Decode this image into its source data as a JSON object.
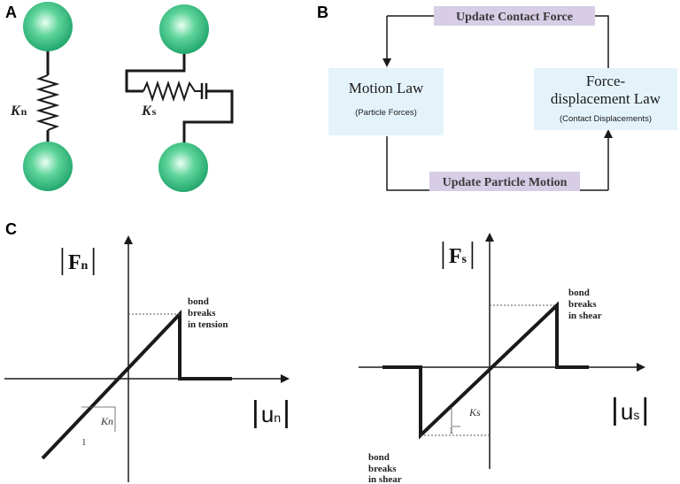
{
  "panels": {
    "a": "A",
    "b": "B",
    "c": "C"
  },
  "springs": {
    "kn_main": "K",
    "kn_sub": "n",
    "ks_main": "K",
    "ks_sub": "s"
  },
  "cycle": {
    "top_label": "Update Contact Force",
    "bottom_label": "Update Particle Motion",
    "left_box": {
      "title": "Motion Law",
      "subtitle": "(Particle Forces)"
    },
    "right_box": {
      "title_line1": "Force-",
      "title_line2": "displacement Law",
      "subtitle": "(Contact Displacements)"
    }
  },
  "normal_graph": {
    "y_label_main": "F",
    "y_label_sub": "n",
    "x_label_main": "u",
    "x_label_sub": "n",
    "annotation": [
      "bond",
      "breaks",
      "in tension"
    ],
    "slope_label": "Kn",
    "run_label": "1"
  },
  "shear_graph": {
    "y_label_main": "F",
    "y_label_sub": "s",
    "x_label_main": "u",
    "x_label_sub": "s",
    "annotation_top": [
      "bond",
      "breaks",
      "in shear"
    ],
    "annotation_bottom": [
      "bond",
      "breaks",
      "in shear"
    ],
    "slope_label": "Ks",
    "run_label": "1"
  },
  "colors": {
    "sphere_edge": "#1fa56b",
    "sphere_mid": "#5fd49a",
    "sphere_center": "#eafff3",
    "label_box": "#d7cde6",
    "box_fill": "#e4f3fa",
    "line": "#1a1a1a"
  }
}
